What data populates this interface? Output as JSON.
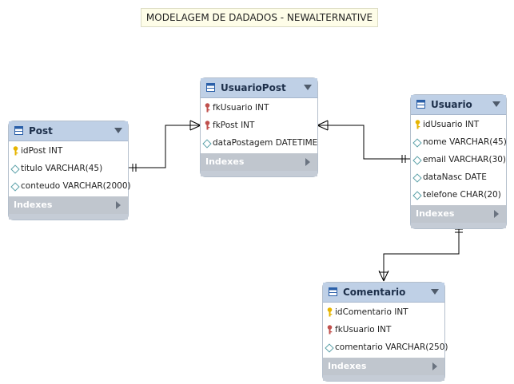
{
  "diagram": {
    "title": "MODELAGEM DE DADADOS - NEWALTERNATIVE",
    "entities": {
      "post": {
        "name": "Post",
        "columns": [
          {
            "text": "idPost INT",
            "kind": "primary-key"
          },
          {
            "text": "titulo VARCHAR(45)",
            "kind": "attribute"
          },
          {
            "text": "conteudo VARCHAR(2000)",
            "kind": "attribute"
          }
        ],
        "indexes_label": "Indexes"
      },
      "usuariopost": {
        "name": "UsuarioPost",
        "columns": [
          {
            "text": "fkUsuario INT",
            "kind": "foreign-key"
          },
          {
            "text": "fkPost INT",
            "kind": "foreign-key"
          },
          {
            "text": "dataPostagem DATETIME",
            "kind": "attribute"
          }
        ],
        "indexes_label": "Indexes"
      },
      "usuario": {
        "name": "Usuario",
        "columns": [
          {
            "text": "idUsuario INT",
            "kind": "primary-key"
          },
          {
            "text": "nome VARCHAR(45)",
            "kind": "attribute"
          },
          {
            "text": "email VARCHAR(30)",
            "kind": "attribute"
          },
          {
            "text": "dataNasc DATE",
            "kind": "attribute"
          },
          {
            "text": "telefone CHAR(20)",
            "kind": "attribute"
          }
        ],
        "indexes_label": "Indexes"
      },
      "comentario": {
        "name": "Comentario",
        "columns": [
          {
            "text": "idComentario INT",
            "kind": "primary-key"
          },
          {
            "text": "fkUsuario INT",
            "kind": "foreign-key"
          },
          {
            "text": "comentario VARCHAR(250)",
            "kind": "attribute"
          }
        ],
        "indexes_label": "Indexes"
      }
    },
    "relationships": [
      {
        "from": "Post",
        "to": "UsuarioPost",
        "from_end": "one",
        "to_end": "many"
      },
      {
        "from": "Usuario",
        "to": "UsuarioPost",
        "from_end": "one",
        "to_end": "many"
      },
      {
        "from": "Usuario",
        "to": "Comentario",
        "from_end": "one",
        "to_end": "many"
      }
    ],
    "colors": {
      "primary_key": "#e6b400",
      "foreign_key": "#c0504d",
      "attribute": "#5aa0a8",
      "header": "#bfd0e6",
      "connector": "#000000"
    }
  }
}
